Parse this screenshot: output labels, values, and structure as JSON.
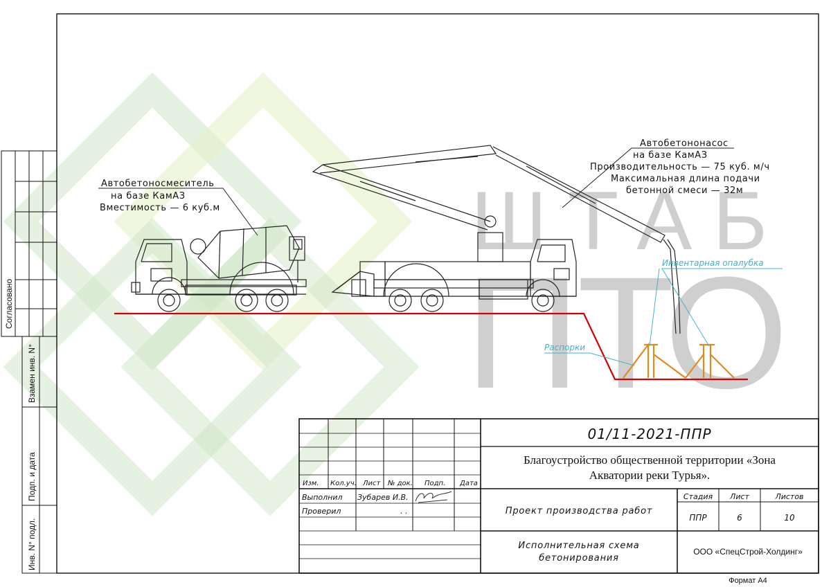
{
  "sheet": {
    "doc_code": "01/11-2021-ППР",
    "object_title_line1": "Благоустройство общественной территории «Зона",
    "object_title_line2": "Акватории реки Турья».",
    "project_name": "Проект производства работ",
    "sheet_name_line1": "Исполнительная схема",
    "sheet_name_line2": "бетонирования",
    "company": "ООО «СпецСтрой-Холдинг»",
    "stage_header": "Стадия",
    "sheet_header": "Лист",
    "sheets_header": "Листов",
    "stage": "ППР",
    "sheet_no": "6",
    "sheets_total": "10",
    "format": "Формат А4"
  },
  "revision_headers": [
    "Изм.",
    "Кол.уч.",
    "Лист",
    "№ док.",
    "Подп.",
    "Дата"
  ],
  "signatures": {
    "performed_label": "Выполнил",
    "performed_name": "Зубарев И.В.",
    "checked_label": "Проверил",
    "checked_mark": ". ."
  },
  "side_stamp": {
    "agreed": "Согласовано",
    "replaced_inv": "Взамен инв. N°",
    "sign_date": "Подп. и дата",
    "inv_orig": "Инв. N° подл."
  },
  "labels": {
    "mixer_line1": "Автобетоносмеситель",
    "mixer_line2": "на базе КамАЗ",
    "mixer_line3": "Вместимость — 6 куб.м",
    "pump_line1": "Автобетононасос",
    "pump_line2": "на базе КамАЗ",
    "pump_line3": "Производительность — 75 куб. м/ч",
    "pump_line4": "Максимальная длина подачи",
    "pump_line5": "бетонной смеси — 32м",
    "formwork": "Инвентарная опалубка",
    "struts": "Распорки"
  },
  "watermark": {
    "line1": "ШТАБ",
    "line2": "ПТО"
  },
  "colors": {
    "ground": "#d40000",
    "formwork": "#e08a1e",
    "callout": "#3fb3c9",
    "watermark_green": "#cfe6c8",
    "watermark_light": "#e5f1c9"
  }
}
